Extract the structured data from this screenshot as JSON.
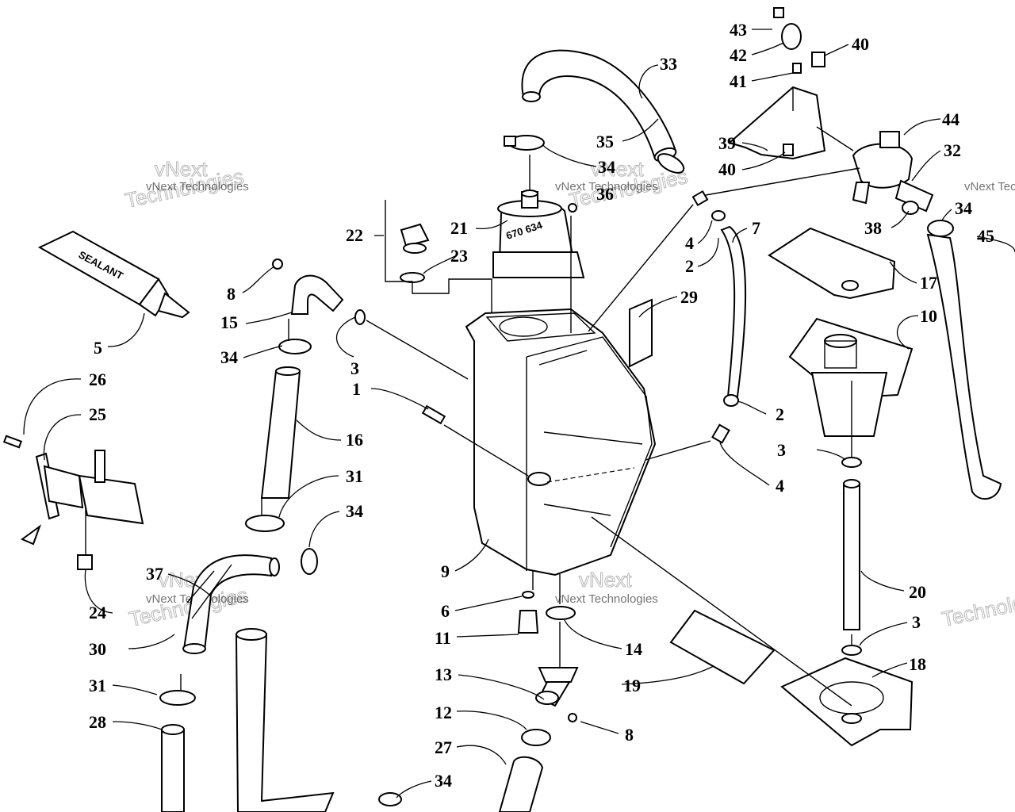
{
  "diagram": {
    "callouts": [
      {
        "id": "c33",
        "label": "33"
      },
      {
        "id": "c35",
        "label": "35"
      },
      {
        "id": "c34a",
        "label": "34"
      },
      {
        "id": "c36",
        "label": "36"
      },
      {
        "id": "c21",
        "label": "21"
      },
      {
        "id": "c22",
        "label": "22"
      },
      {
        "id": "c23",
        "label": "23"
      },
      {
        "id": "c8a",
        "label": "8"
      },
      {
        "id": "c15",
        "label": "15"
      },
      {
        "id": "c34b",
        "label": "34"
      },
      {
        "id": "c3a",
        "label": "3"
      },
      {
        "id": "c1",
        "label": "1"
      },
      {
        "id": "c5",
        "label": "5"
      },
      {
        "id": "c26",
        "label": "26"
      },
      {
        "id": "c25",
        "label": "25"
      },
      {
        "id": "c16",
        "label": "16"
      },
      {
        "id": "c31a",
        "label": "31"
      },
      {
        "id": "c34c",
        "label": "34"
      },
      {
        "id": "c24",
        "label": "24"
      },
      {
        "id": "c37",
        "label": "37"
      },
      {
        "id": "c30",
        "label": "30"
      },
      {
        "id": "c31b",
        "label": "31"
      },
      {
        "id": "c28",
        "label": "28"
      },
      {
        "id": "c9",
        "label": "9"
      },
      {
        "id": "c6",
        "label": "6"
      },
      {
        "id": "c11",
        "label": "11"
      },
      {
        "id": "c14",
        "label": "14"
      },
      {
        "id": "c13",
        "label": "13"
      },
      {
        "id": "c12",
        "label": "12"
      },
      {
        "id": "c8b",
        "label": "8"
      },
      {
        "id": "c27",
        "label": "27"
      },
      {
        "id": "c34d",
        "label": "34"
      },
      {
        "id": "c19",
        "label": "19"
      },
      {
        "id": "c29",
        "label": "29"
      },
      {
        "id": "c4a",
        "label": "4"
      },
      {
        "id": "c2a",
        "label": "2"
      },
      {
        "id": "c7",
        "label": "7"
      },
      {
        "id": "c2b",
        "label": "2"
      },
      {
        "id": "c4b",
        "label": "4"
      },
      {
        "id": "c43",
        "label": "43"
      },
      {
        "id": "c42",
        "label": "42"
      },
      {
        "id": "c40a",
        "label": "40"
      },
      {
        "id": "c41",
        "label": "41"
      },
      {
        "id": "c39",
        "label": "39"
      },
      {
        "id": "c40b",
        "label": "40"
      },
      {
        "id": "c44",
        "label": "44"
      },
      {
        "id": "c32",
        "label": "32"
      },
      {
        "id": "c38",
        "label": "38"
      },
      {
        "id": "c34e",
        "label": "34"
      },
      {
        "id": "c45",
        "label": "45"
      },
      {
        "id": "c17",
        "label": "17"
      },
      {
        "id": "c10",
        "label": "10"
      },
      {
        "id": "c3b",
        "label": "3"
      },
      {
        "id": "c20",
        "label": "20"
      },
      {
        "id": "c3c",
        "label": "3"
      },
      {
        "id": "c18",
        "label": "18"
      }
    ],
    "sealant_label": "SEALANT",
    "reservoir_decal": "670 634",
    "watermarks": [
      "vNext Technologies",
      "vNext Technologies",
      "vNext Technologies",
      "vNext Technologies",
      "vNext Technologies"
    ],
    "watermark_big": [
      "vNext",
      "Technologies",
      "vNext",
      "Technologies",
      "vNext",
      "Technologies",
      "vNext",
      "Technologies"
    ]
  }
}
